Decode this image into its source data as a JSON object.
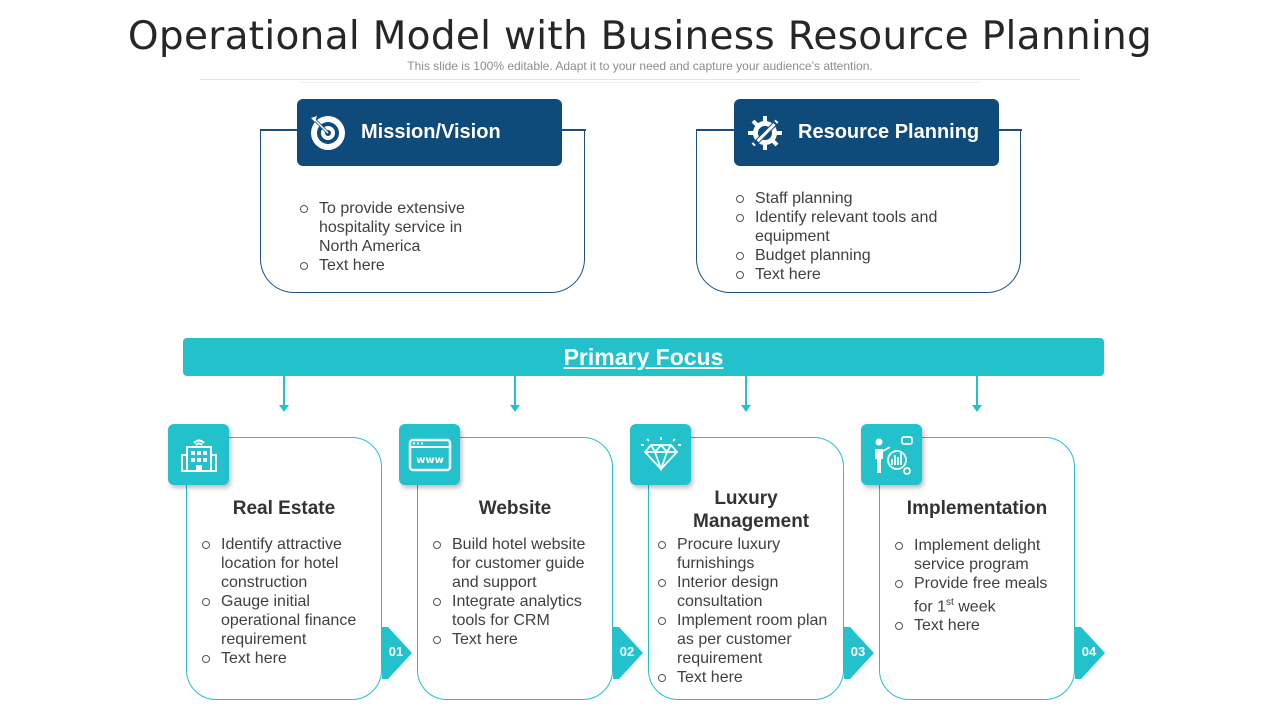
{
  "header": {
    "title": "Operational Model with Business Resource Planning",
    "subtitle": "This slide is 100% editable. Adapt it to your need and capture your audience’s attention."
  },
  "mission": {
    "title": "Mission/Vision",
    "icon": "target-icon",
    "bullets": [
      "To provide extensive hospitality service in North America",
      "Text here"
    ]
  },
  "resource": {
    "title": "Resource Planning",
    "icon": "gear-pencil-icon",
    "bullets": [
      "Staff planning",
      "Identify relevant tools and equipment",
      "Budget planning",
      "Text here"
    ]
  },
  "primary_focus": {
    "label": "Primary Focus"
  },
  "cards": [
    {
      "title": "Real Estate",
      "icon": "building-icon",
      "number": "01",
      "bullets": [
        "Identify attractive location for hotel construction",
        "Gauge initial operational finance requirement",
        "Text here"
      ]
    },
    {
      "title": "Website",
      "icon": "browser-www-icon",
      "number": "02",
      "bullets": [
        "Build hotel website for customer guide and support",
        "Integrate analytics tools for CRM",
        "Text here"
      ]
    },
    {
      "title": "Luxury Management",
      "icon": "diamond-icon",
      "number": "03",
      "bullets": [
        "Procure luxury furnishings",
        "Interior design consultation",
        "Implement room plan as per customer requirement",
        "Text here"
      ]
    },
    {
      "title": "Implementation",
      "icon": "presentation-icon",
      "number": "04",
      "bullets": [
        "Implement delight service program",
        "Provide free meals for 1",
        "st",
        " week",
        "Text here"
      ]
    }
  ],
  "colors": {
    "navy": "#0e4a7a",
    "teal": "#22c1cc"
  }
}
